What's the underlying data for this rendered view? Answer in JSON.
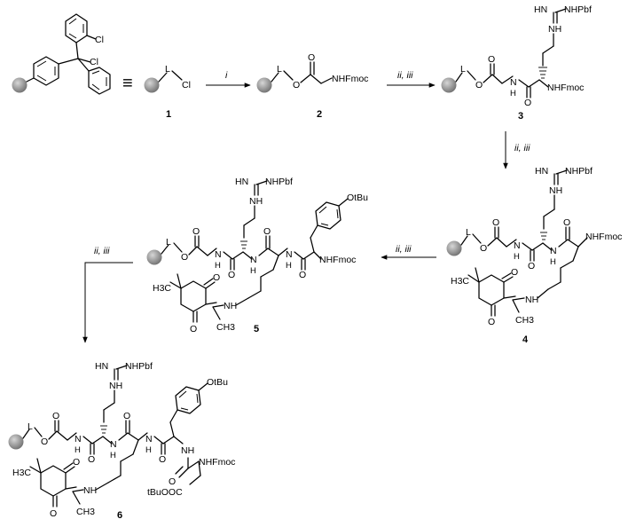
{
  "atoms": {
    "cl": "Cl",
    "l": "L",
    "o": "O",
    "nh": "NH",
    "n": "N",
    "h": "H",
    "nhfmoc": "NHFmoc",
    "nhpbf": "NHPbf",
    "hn": "HN",
    "h3c": "H3C",
    "ch3": "CH3",
    "otbu": "OtBu",
    "tbuooc": "tBuOOC",
    "equiv": "≡"
  },
  "compounds": [
    "1",
    "2",
    "3",
    "4",
    "5",
    "6"
  ],
  "steps": {
    "s1": "i",
    "s2": "ii, iii",
    "s3": "ii, iii",
    "s4": "ii, iii",
    "s5": "ii, iii"
  },
  "icons": {
    "resin": "resin-bead-icon",
    "ring": "phenyl-ring-icon"
  },
  "colors": {
    "ink": "#000000",
    "bead": "#8a8a8a",
    "background": "#ffffff"
  }
}
